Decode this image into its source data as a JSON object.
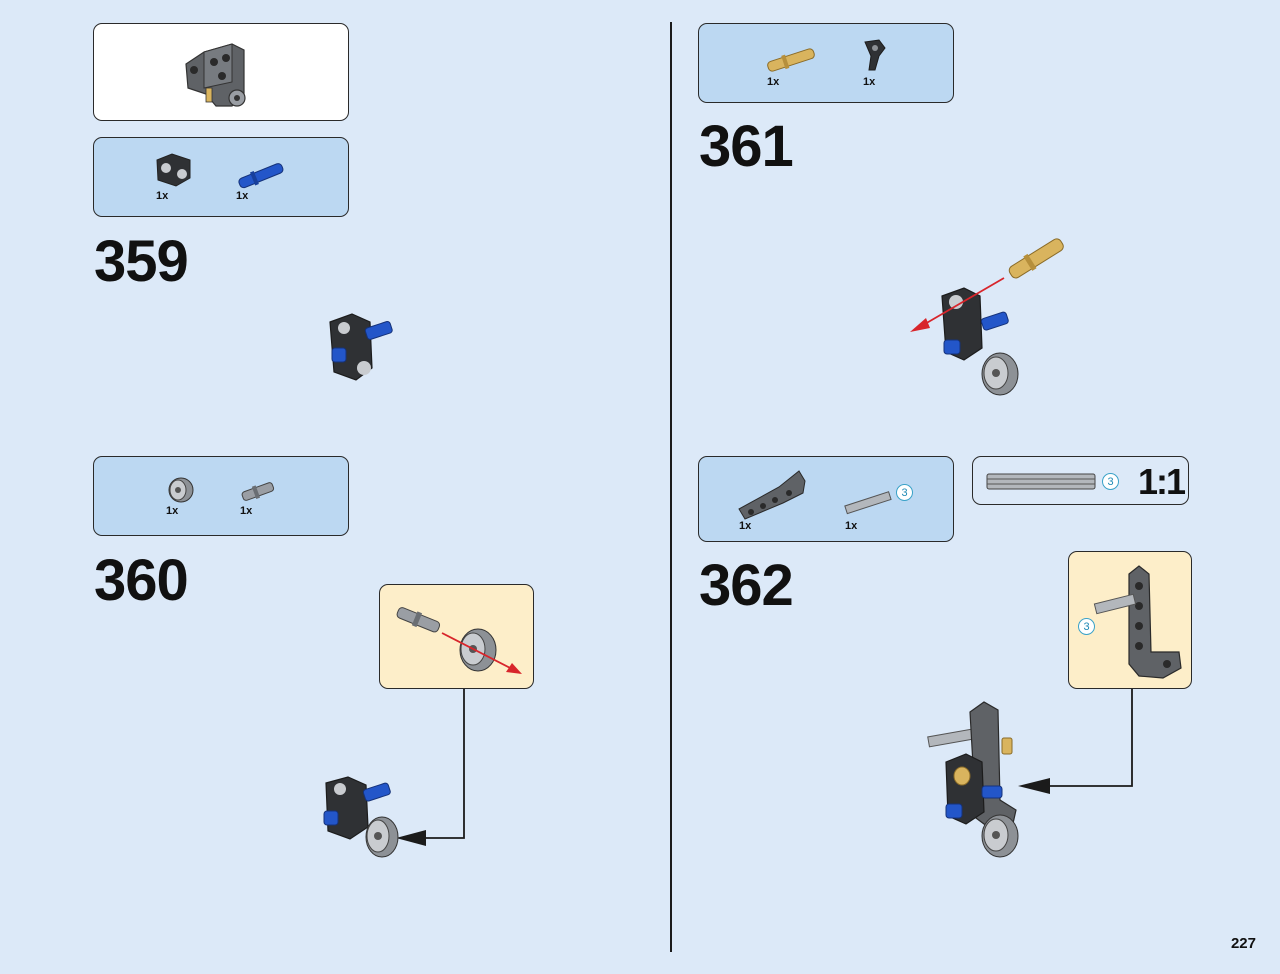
{
  "page": {
    "number": "227"
  },
  "steps": [
    {
      "number": "359",
      "parts": [
        {
          "qty": "1x",
          "part": "black-bush-block"
        },
        {
          "qty": "1x",
          "part": "blue-axle-pin"
        }
      ]
    },
    {
      "number": "360",
      "parts": [
        {
          "qty": "1x",
          "part": "grey-wheel-hub"
        },
        {
          "qty": "1x",
          "part": "grey-axle-pin"
        }
      ]
    },
    {
      "number": "361",
      "parts": [
        {
          "qty": "1x",
          "part": "tan-axle-pin"
        },
        {
          "qty": "1x",
          "part": "black-angle-connector"
        }
      ]
    },
    {
      "number": "362",
      "parts": [
        {
          "qty": "1x",
          "part": "grey-bent-beam"
        },
        {
          "qty": "1x",
          "part": "grey-axle",
          "length": "3"
        }
      ]
    }
  ],
  "ruler": {
    "scale": "1:1",
    "length": "3"
  },
  "callout": {
    "axle_length": "3"
  },
  "colors": {
    "background": "#dce9f8",
    "parts_box": "#bcd8f2",
    "callout_box": "#fdeec9",
    "arrow": "#d8252b",
    "blue_part": "#2356c9",
    "tan_part": "#d9b45e"
  }
}
